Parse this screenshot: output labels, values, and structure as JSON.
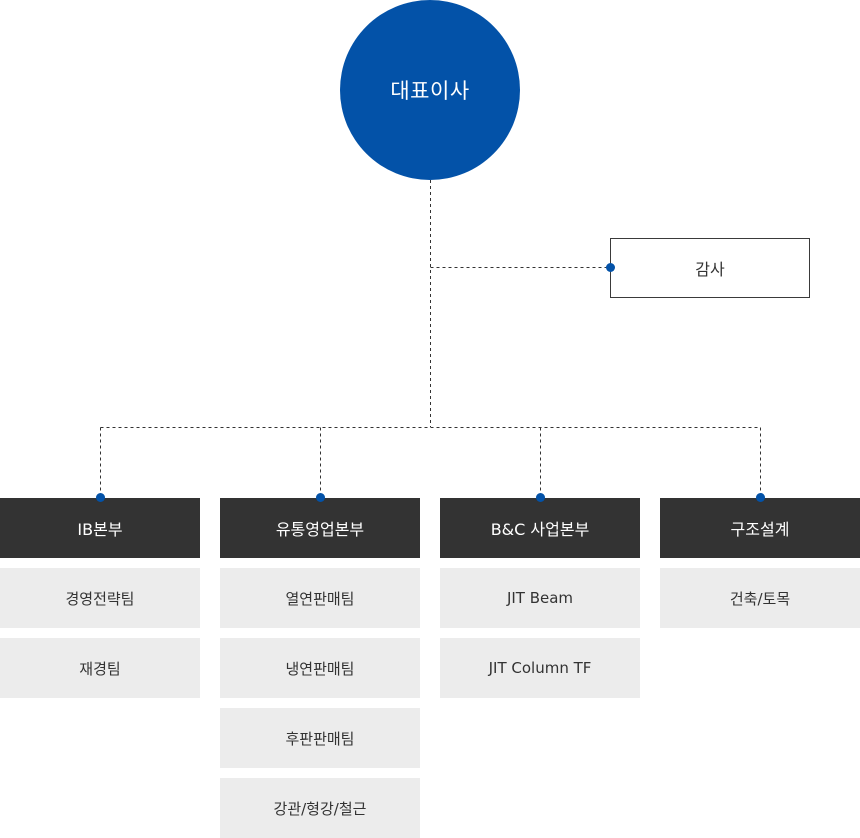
{
  "ceo": {
    "label": "대표이사"
  },
  "audit": {
    "label": "감사"
  },
  "divisions": [
    {
      "name": "IB본부",
      "teams": [
        "경영전략팀",
        "재경팀"
      ]
    },
    {
      "name": "유통영업본부",
      "teams": [
        "열연판매팀",
        "냉연판매팀",
        "후판판매팀",
        "강관/형강/철근"
      ]
    },
    {
      "name": "B&C 사업본부",
      "teams": [
        "JIT Beam",
        "JIT Column TF"
      ]
    },
    {
      "name": "구조설계",
      "teams": [
        "건축/토목"
      ]
    }
  ],
  "colors": {
    "ceo": "#0352a8",
    "division_header": "#333333",
    "team_bg": "#ececec",
    "connector_dot": "#0352a8"
  }
}
